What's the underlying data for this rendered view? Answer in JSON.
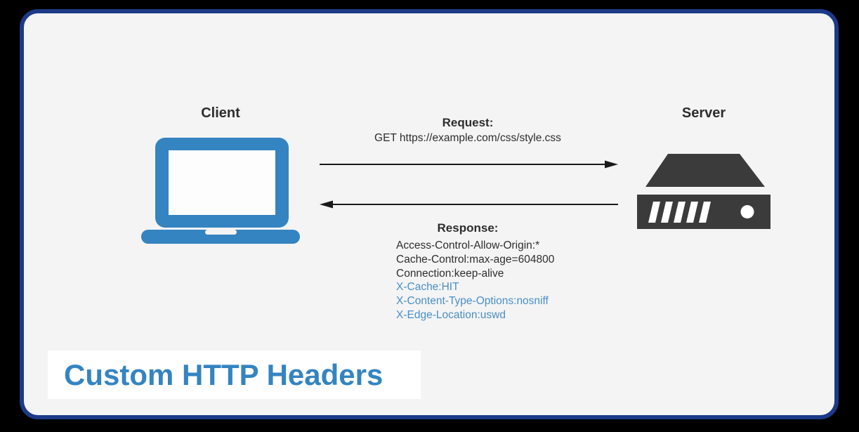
{
  "title": "Custom HTTP Headers",
  "client": {
    "label": "Client"
  },
  "server": {
    "label": "Server"
  },
  "request": {
    "label": "Request:",
    "line": "GET https://example.com/css/style.css"
  },
  "response": {
    "label": "Response:",
    "standard_headers": [
      "Access-Control-Allow-Origin:*",
      "Cache-Control:max-age=604800",
      "Connection:keep-alive"
    ],
    "custom_headers": [
      "X-Cache:HIT",
      "X-Content-Type-Options:nosniff",
      "X-Edge-Location:uswd"
    ]
  },
  "icons": {
    "client": "laptop-icon",
    "server": "server-icon",
    "request": "right-arrow-icon",
    "response": "left-arrow-icon"
  },
  "colors": {
    "outer_background": "#000000",
    "card_background": "#f4f4f5",
    "card_border_navy": "#1c3a87",
    "accent_blue": "#3484c1",
    "custom_header_blue": "#4a8fc7",
    "icon_dark": "#3b3b3b",
    "text_dark": "#2d2d2d",
    "banner_white": "#ffffff",
    "arrow_black": "#1a1a1a"
  }
}
